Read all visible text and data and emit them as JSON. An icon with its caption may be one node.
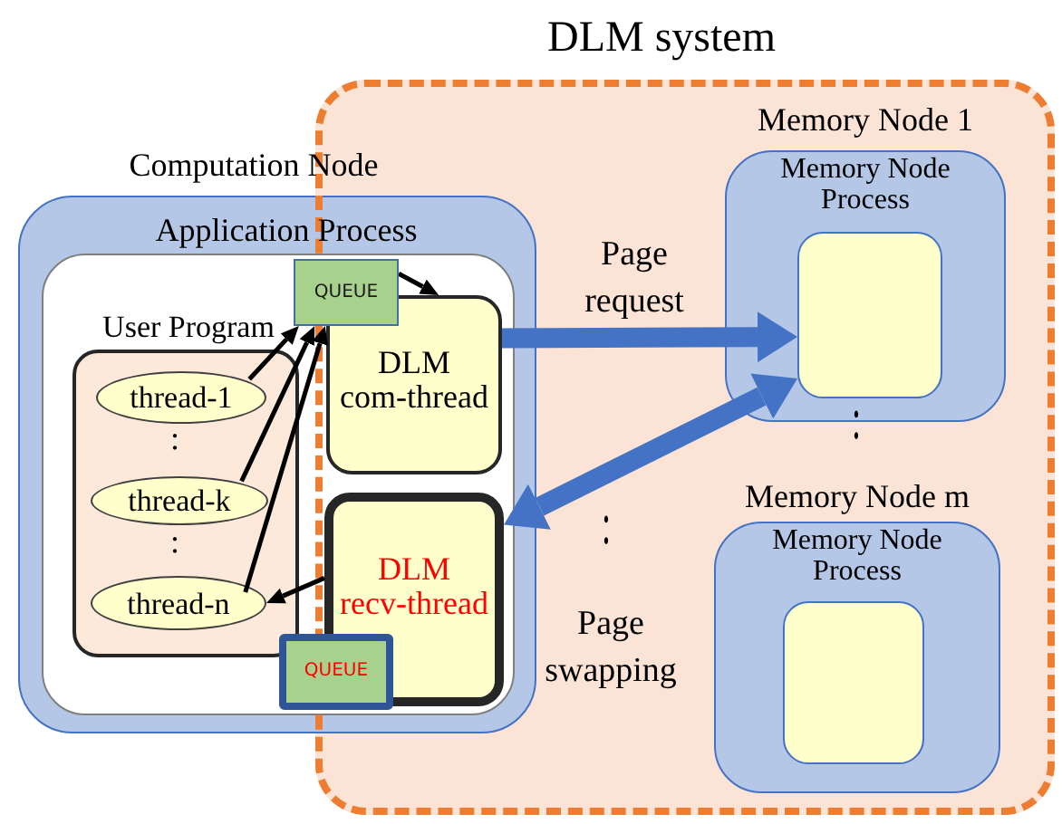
{
  "diagram": {
    "nodes": [
      {
        "text": [
          "DLM system"
        ]
      },
      {
        "text": [
          "Computation Node"
        ]
      },
      {
        "text": [
          "Application Process"
        ],
        "in": 1
      },
      {
        "text": [
          "User Program"
        ],
        "in": 2
      },
      {
        "text": [
          "thread-1"
        ],
        "in": 3
      },
      {
        "text": [
          "thread-k"
        ],
        "in": 3
      },
      {
        "text": [
          "thread-n"
        ],
        "in": 3
      },
      {
        "text": [
          "QUEUE"
        ],
        "in": 2
      },
      {
        "text": [
          "DLM com-thread"
        ]
      },
      {
        "text": [
          "DLM recv-thread"
        ]
      },
      {
        "text": [
          "QUEUE"
        ],
        "in": 2
      },
      {
        "text": [
          "Memory Node 1",
          "Memory Node Process"
        ],
        "in": 0
      },
      {
        "text": [],
        "shape": "box",
        "in": 11
      },
      {
        "text": [
          "Memory Node m",
          "Memory Node Process"
        ],
        "in": 0
      },
      {
        "text": [],
        "shape": "box",
        "in": 13
      }
    ],
    "edges": [
      {
        "from": 4,
        "to": 7,
        "arrow": "to"
      },
      {
        "from": 5,
        "to": 7,
        "arrow": "to"
      },
      {
        "from": 6,
        "to": 7,
        "arrow": "to"
      },
      {
        "from": 7,
        "to": 8,
        "arrow": "to"
      },
      {
        "from": 9,
        "to": 6,
        "arrow": "to"
      },
      {
        "from": 8,
        "to": 12,
        "arrow": "to",
        "label": "Page request",
        "style": "thick",
        "color": "#4472c4"
      },
      {
        "from": 9,
        "to": 12,
        "arrow": "both",
        "label": "Page swapping",
        "style": "thick",
        "color": "#4472c4"
      }
    ],
    "labels": [
      ":",
      ":",
      ":",
      ":"
    ]
  }
}
